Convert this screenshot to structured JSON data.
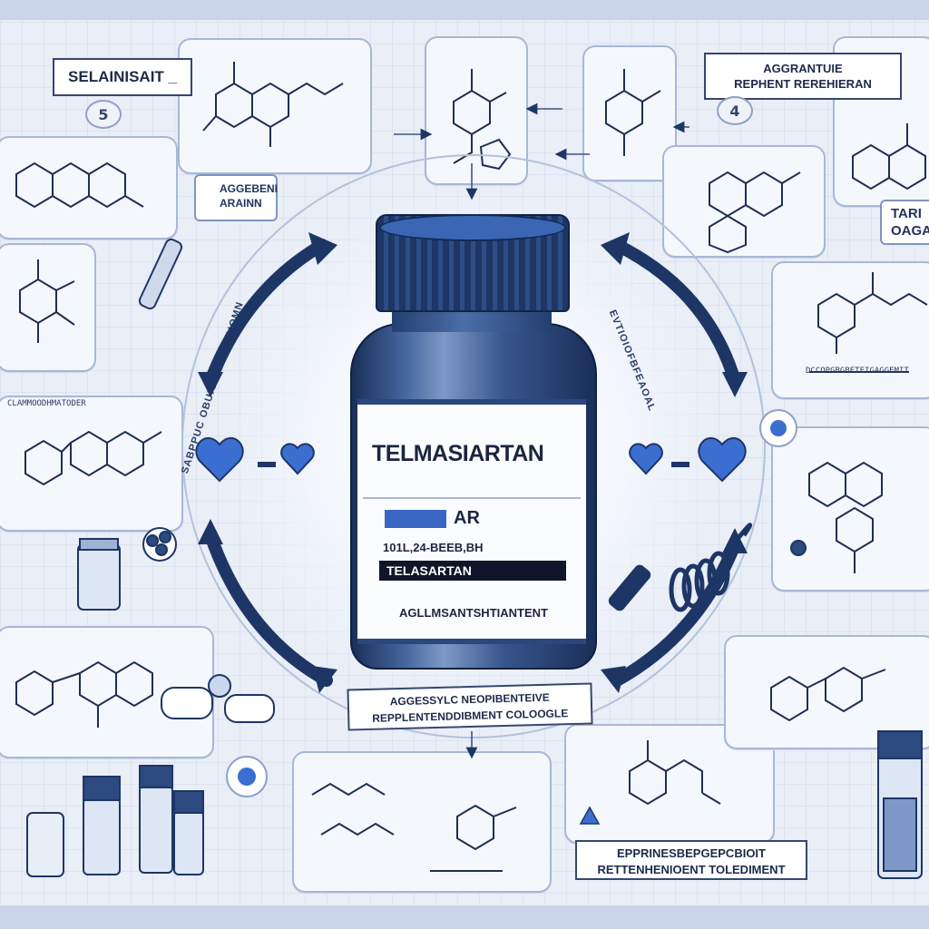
{
  "labels": {
    "top_left": "SELAINISAIT _",
    "top_right_line1": "AGGRANTUIE",
    "top_right_line2": "REPHENT REREHIERAN",
    "left_small": "AGGEBENI ARAINN",
    "right_tab": "TARI OAGA",
    "right_panel_caption": "DCCOPGBGBETEIGAGGEMIT",
    "left_panel_caption": "CLAMMOODHMATODER",
    "ring_left": "SABPPUC OBUIOAMIOTMOIOMN",
    "ring_right": "EVTIOIOFBFEAOAL",
    "ribbon_line1": "AGGESSYLC NEOPIBENTEIVE",
    "ribbon_line2": "REPPLENTENDDIBMENT COLOOGLE",
    "bottom_box_line1": "EPPRINESBEPGEPCBIOIT",
    "bottom_box_line2": "RETTENHENIOENT TOLEDIMENT"
  },
  "badges": {
    "left": "5",
    "right": "4"
  },
  "bottle": {
    "title": "TELMASIARTAN",
    "code_suffix": "AR",
    "code_line": "101L,24-BEEB,BH",
    "band_text": "TELASARTAN",
    "subtitle": "AGLLMSANTSHTIANTENT"
  },
  "colors": {
    "primary": "#1e3665",
    "accent_blue": "#3a67c4",
    "background": "#e9eef7",
    "panel_border": "#a7b8d6"
  },
  "icons": [
    "heart-icon",
    "molecule-icon",
    "arrow-icon",
    "vial-icon",
    "pipette-icon",
    "test-tube-icon",
    "target-icon",
    "coil-icon"
  ]
}
